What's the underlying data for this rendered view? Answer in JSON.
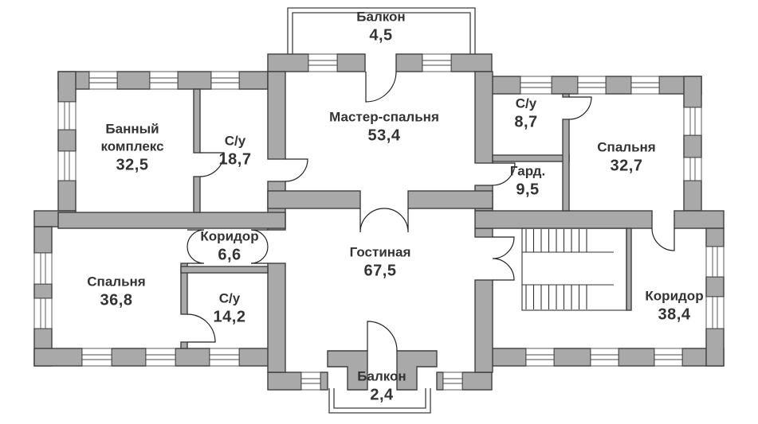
{
  "colors": {
    "wall_fill": "#a9a9a9",
    "wall_stroke": "#3e3e3e",
    "line": "#333333",
    "text": "#333333",
    "background": "#ffffff"
  },
  "rooms": {
    "balcony_top": {
      "name": "Балкон",
      "area": "4,5"
    },
    "bath_complex": {
      "name": "Банный комплекс",
      "area": "32,5"
    },
    "wc_18": {
      "name": "С/у",
      "area": "18,7"
    },
    "master_bedroom": {
      "name": "Мастер-спальня",
      "area": "53,4"
    },
    "wc_8": {
      "name": "С/у",
      "area": "8,7"
    },
    "wardrobe": {
      "name": "Гард.",
      "area": "9,5"
    },
    "bedroom_32": {
      "name": "Спальня",
      "area": "32,7"
    },
    "corridor_6": {
      "name": "Коридор",
      "area": "6,6"
    },
    "bedroom_36": {
      "name": "Спальня",
      "area": "36,8"
    },
    "wc_14": {
      "name": "С/у",
      "area": "14,2"
    },
    "living_room": {
      "name": "Гостиная",
      "area": "67,5"
    },
    "corridor_38": {
      "name": "Коридор",
      "area": "38,4"
    },
    "balcony_bottom": {
      "name": "Балкон",
      "area": "2,4"
    }
  }
}
